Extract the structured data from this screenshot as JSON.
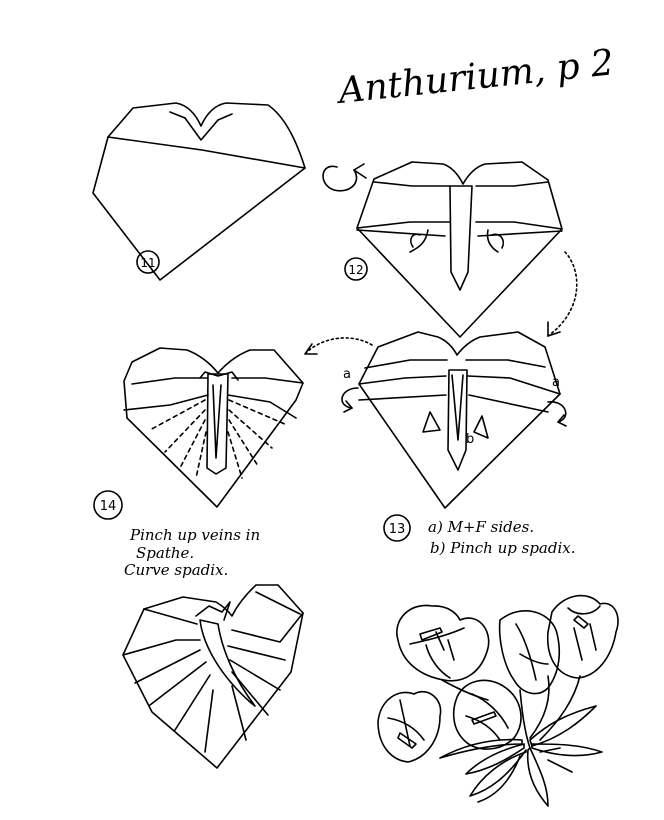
{
  "title": "Anthurium, p 2",
  "steps": [
    {
      "number": "11",
      "caption": []
    },
    {
      "number": "12",
      "caption": []
    },
    {
      "number": "13",
      "caption": [
        "a) M+F sides.",
        "b) Pinch up spadix."
      ]
    },
    {
      "number": "14",
      "caption": [
        "Pinch up veins in",
        "Spathe.",
        "Curve spadix."
      ]
    }
  ],
  "labels": {
    "a": "a",
    "b": "b"
  },
  "icons": [
    "turn-over-arrow-icon",
    "fold-arrow-icon",
    "mountain-fold-arrow-icon",
    "pinch-arrow-icon"
  ],
  "colors": {
    "ink": "#000000",
    "paper": "#ffffff"
  }
}
